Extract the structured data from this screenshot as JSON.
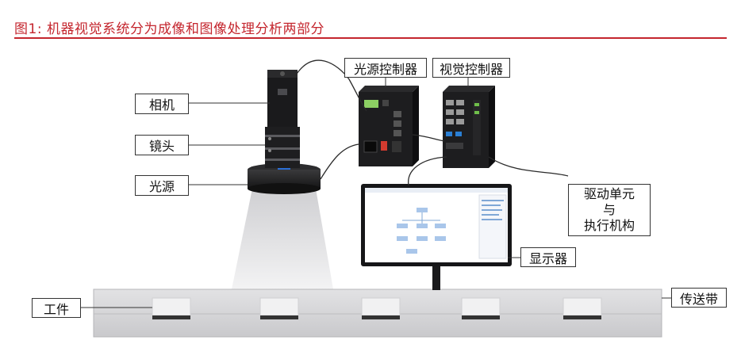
{
  "figure": {
    "title": "图1:  机器视觉系统分为成像和图像处理分析两部分",
    "title_color": "#c4262e"
  },
  "labels": {
    "camera": "相机",
    "lens": "镜头",
    "light_source": "光源",
    "light_controller": "光源控制器",
    "vision_controller": "视觉控制器",
    "drive_unit_line1": "驱动单元",
    "drive_unit_line2": "与",
    "drive_unit_line3": "执行机构",
    "display": "显示器",
    "conveyor": "传送带",
    "workpiece": "工件"
  },
  "colors": {
    "device_dark": "#1d1d1f",
    "conveyor_gray": "#d4d4d6",
    "light_cone": "#e8e8ea",
    "screen_blue": "#7fa7d6"
  }
}
